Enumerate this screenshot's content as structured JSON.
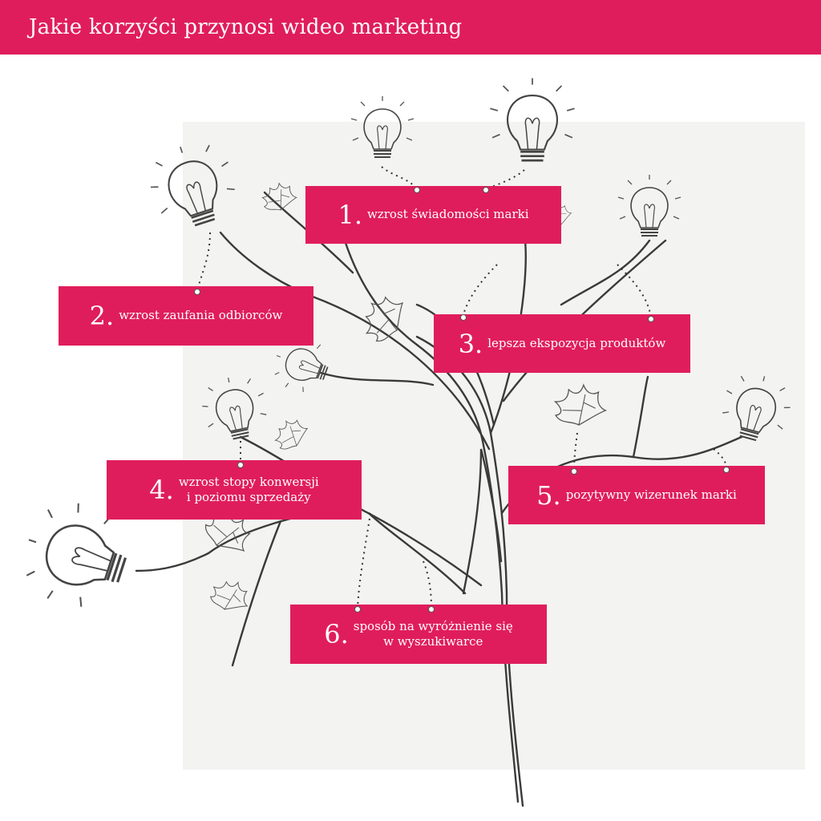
{
  "header": {
    "title": "Jakie korzyści przynosi wideo marketing"
  },
  "colors": {
    "accent": "#e01d5c",
    "panel": "#f3f3f1",
    "ink": "#333333"
  },
  "benefits": [
    {
      "number": "1.",
      "lines": [
        "wzrost świadomości marki"
      ]
    },
    {
      "number": "2.",
      "lines": [
        "wzrost zaufania odbiorców"
      ]
    },
    {
      "number": "3.",
      "lines": [
        "lepsza ekspozycja produktów"
      ]
    },
    {
      "number": "4.",
      "lines": [
        "wzrost stopy konwersji",
        "i poziomu sprzedaży"
      ]
    },
    {
      "number": "5.",
      "lines": [
        "pozytywny wizerunek marki"
      ]
    },
    {
      "number": "6.",
      "lines": [
        "sposób na wyróżnienie się",
        "w wyszukiwarce"
      ]
    }
  ],
  "icons": [
    "lightbulb-icon",
    "leaf-icon"
  ]
}
